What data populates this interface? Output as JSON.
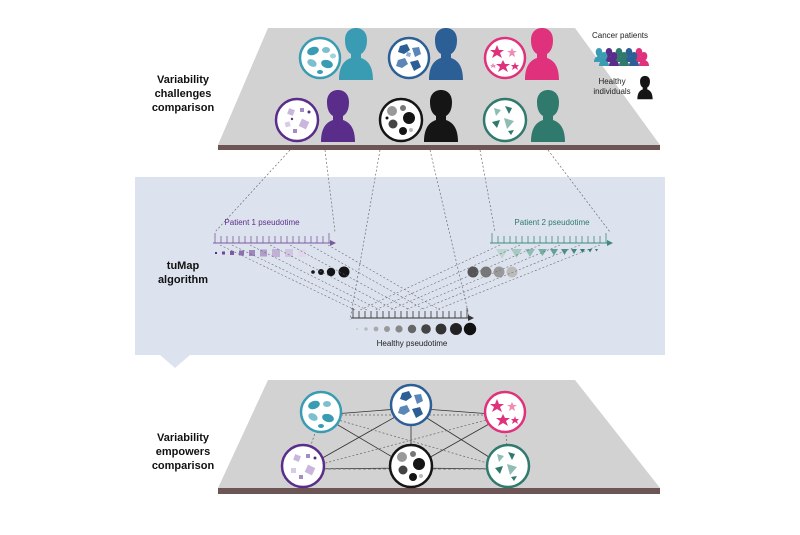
{
  "sections": {
    "top": {
      "line1": "Variability",
      "line2": "challenges",
      "line3": "comparison"
    },
    "middle": {
      "line1": "tuMap",
      "line2": "algorithm"
    },
    "bottom": {
      "line1": "Variability",
      "line2": "empowers",
      "line3": "comparison"
    }
  },
  "legend": {
    "cancer": "Cancer patients",
    "healthy_line1": "Healthy",
    "healthy_line2": "individuals"
  },
  "timelines": {
    "patient1": "Patient 1 pseudotime",
    "patient2": "Patient 2 pseudotime",
    "healthy": "Healthy pseudotime"
  },
  "colors": {
    "teal": "#3a9cb3",
    "blue": "#2c5f96",
    "pink": "#e0327c",
    "purple": "#5b2d8a",
    "green": "#2f7a6c",
    "black": "#151515",
    "band": "#dde3ee",
    "plane": "#cfcfcf"
  },
  "icons": [
    "person-icon",
    "cell-circle-icon",
    "arrow-right-icon"
  ]
}
